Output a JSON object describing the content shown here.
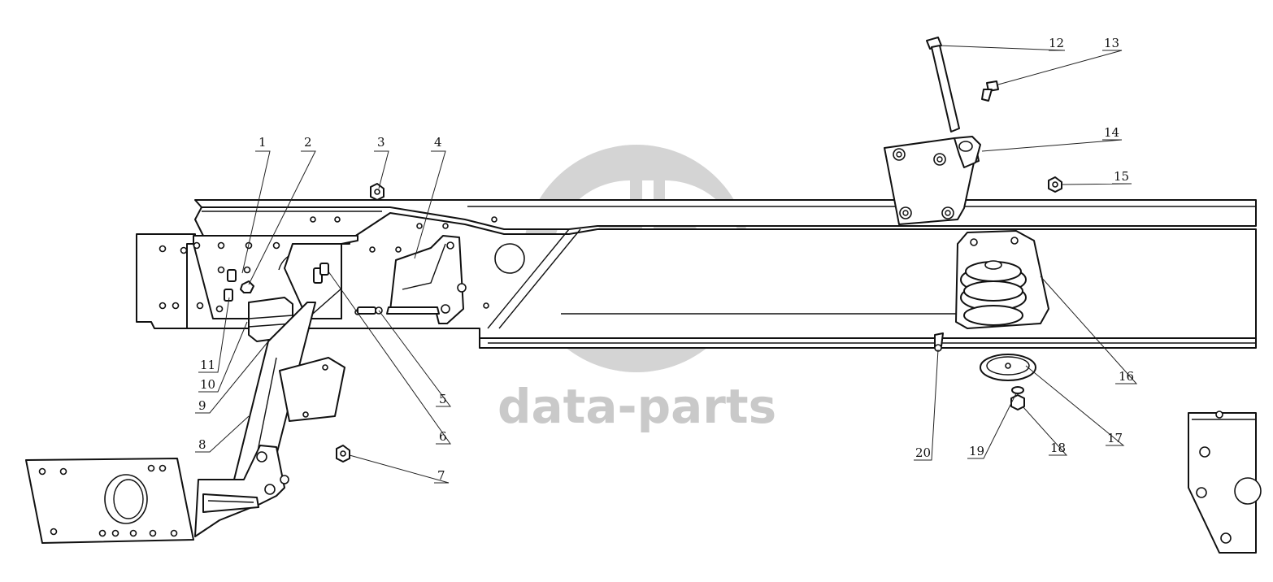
{
  "watermark": {
    "text": "data-parts",
    "color": "#c9c9c9"
  },
  "callouts": [
    {
      "id": "1",
      "label": "1"
    },
    {
      "id": "2",
      "label": "2"
    },
    {
      "id": "3",
      "label": "3"
    },
    {
      "id": "4",
      "label": "4"
    },
    {
      "id": "5",
      "label": "5"
    },
    {
      "id": "6",
      "label": "6"
    },
    {
      "id": "7",
      "label": "7"
    },
    {
      "id": "8",
      "label": "8"
    },
    {
      "id": "9",
      "label": "9"
    },
    {
      "id": "10",
      "label": "10"
    },
    {
      "id": "11",
      "label": "11"
    },
    {
      "id": "12",
      "label": "12"
    },
    {
      "id": "13",
      "label": "13"
    },
    {
      "id": "14",
      "label": "14"
    },
    {
      "id": "15",
      "label": "15"
    },
    {
      "id": "16",
      "label": "16"
    },
    {
      "id": "17",
      "label": "17"
    },
    {
      "id": "18",
      "label": "18"
    },
    {
      "id": "19",
      "label": "19"
    },
    {
      "id": "20",
      "label": "20"
    }
  ]
}
